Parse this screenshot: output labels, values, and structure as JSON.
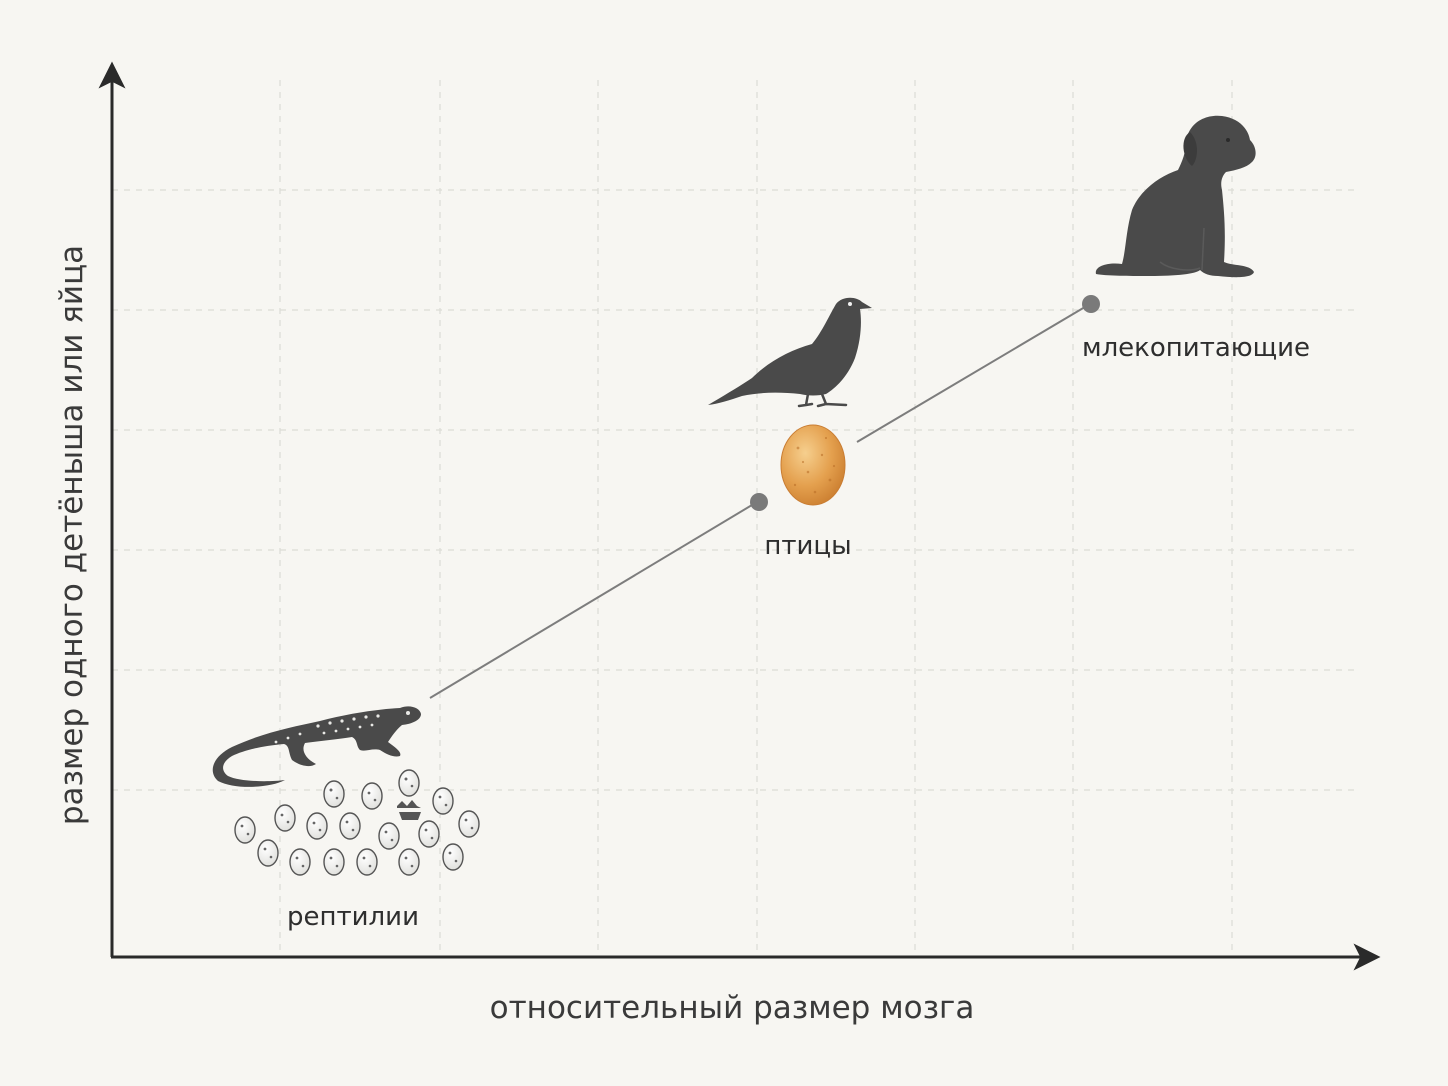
{
  "axes": {
    "x_label": "относительный размер мозга",
    "y_label": "размер одного детёныша или яйца"
  },
  "groups": [
    {
      "label": "рептилии",
      "icon": "lizard-with-egg-clutch-icon"
    },
    {
      "label": "птицы",
      "icon": "bird-with-egg-icon"
    },
    {
      "label": "млекопитающие",
      "icon": "puppy-icon"
    }
  ],
  "colors": {
    "background": "#f7f6f2",
    "axis": "#2a2a2a",
    "grid": "#dcdcd6",
    "trend_line": "#7d7d7d",
    "point": "#7a7a7a",
    "silhouette": "#4a4a4a",
    "bird_egg": "#e4a04e"
  }
}
